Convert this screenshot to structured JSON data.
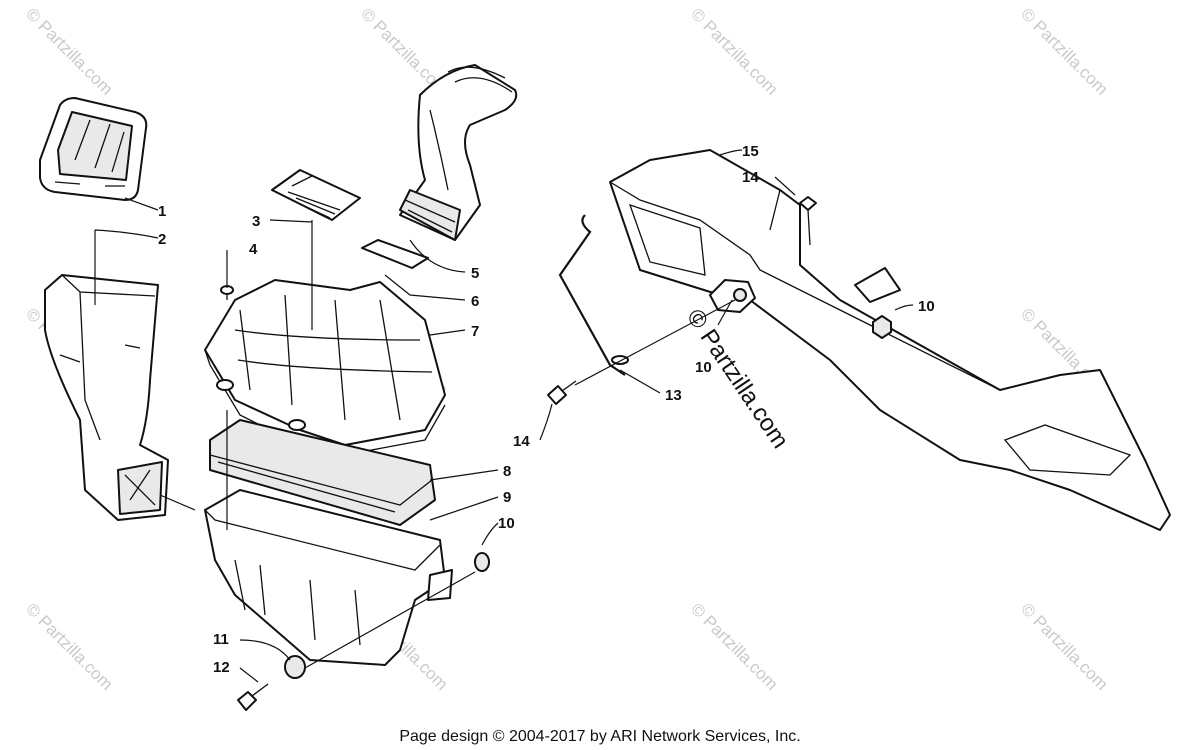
{
  "callouts": [
    {
      "n": "1",
      "label": "1"
    },
    {
      "n": "2",
      "label": "2"
    },
    {
      "n": "3",
      "label": "3"
    },
    {
      "n": "4",
      "label": "4"
    },
    {
      "n": "5",
      "label": "5"
    },
    {
      "n": "6",
      "label": "6"
    },
    {
      "n": "7",
      "label": "7"
    },
    {
      "n": "8",
      "label": "8"
    },
    {
      "n": "9",
      "label": "9"
    },
    {
      "n": "10a",
      "label": "10"
    },
    {
      "n": "11",
      "label": "11"
    },
    {
      "n": "12",
      "label": "12"
    },
    {
      "n": "13",
      "label": "13"
    },
    {
      "n": "14a",
      "label": "14"
    },
    {
      "n": "15",
      "label": "15"
    },
    {
      "n": "14b",
      "label": "14"
    },
    {
      "n": "10b",
      "label": "10"
    },
    {
      "n": "10c",
      "label": "10"
    }
  ],
  "watermark": {
    "small": "© Partzilla.com",
    "large": "© Partzilla.com"
  },
  "footer": {
    "text": "Page design © 2004-2017 by ARI Network Services, Inc."
  }
}
